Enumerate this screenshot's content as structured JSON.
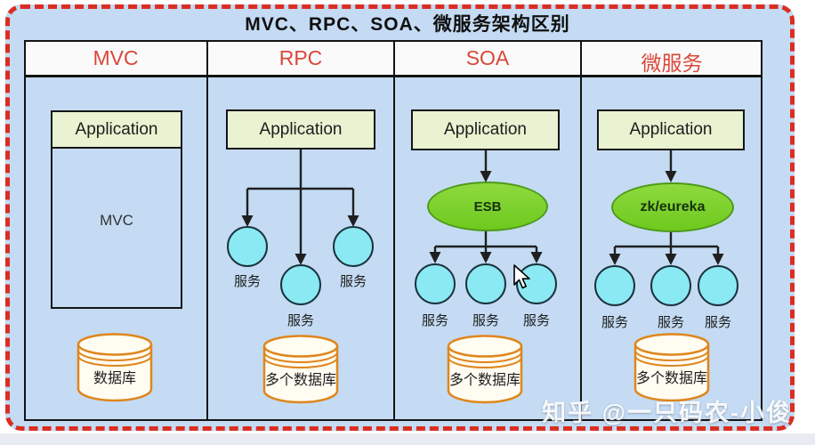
{
  "title": "MVC、RPC、SOA、微服务架构区别",
  "watermark": "知乎 @一只码农-小俊",
  "colors": {
    "panel_bg": "#c4dbf3",
    "dashed_border": "#da2e22",
    "header_text": "#d9473a",
    "grid_line": "#131313",
    "app_box_fill": "#e9f2d1",
    "middleware_fill": "#6ec91d",
    "middleware_border": "#4d9b1b",
    "service_fill": "#8be9f3",
    "cylinder_fill": "#fffcf2",
    "cylinder_stroke": "#df861d",
    "connector": "#1f1f1f"
  },
  "columns": [
    {
      "header": "MVC",
      "app_label": "Application",
      "inner_box_label": "MVC",
      "db_label": "数据库"
    },
    {
      "header": "RPC",
      "app_label": "Application",
      "services": [
        "服务",
        "服务",
        "服务"
      ],
      "db_label": "多个数据库"
    },
    {
      "header": "SOA",
      "app_label": "Application",
      "middleware": "ESB",
      "services": [
        "服务",
        "服务",
        "服务"
      ],
      "db_label": "多个数据库"
    },
    {
      "header": "微服务",
      "app_label": "Application",
      "middleware": "zk/eureka",
      "services": [
        "服务",
        "服务",
        "服务"
      ],
      "db_label": "多个数据库"
    }
  ]
}
